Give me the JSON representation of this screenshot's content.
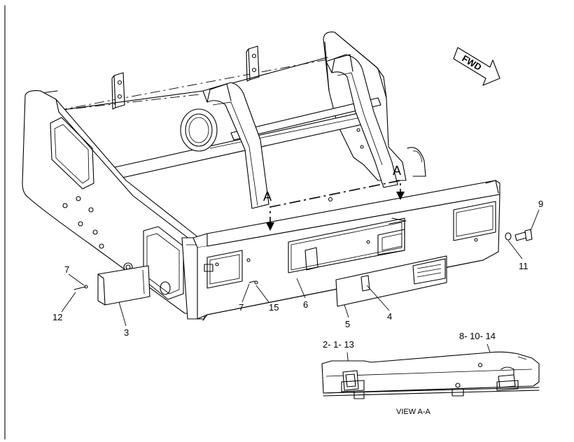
{
  "fwd_label": "FWD",
  "section_labels": [
    "A",
    "A"
  ],
  "view_caption": "VIEW A-A",
  "callouts": {
    "c9": "9",
    "c11": "11",
    "c7a": "7",
    "c12": "12",
    "c3": "3",
    "c7b": "7",
    "c15": "15",
    "c6": "6",
    "c5": "5",
    "c4": "4",
    "c2113": "2- 1- 13",
    "c81014": "8- 10- 14"
  }
}
